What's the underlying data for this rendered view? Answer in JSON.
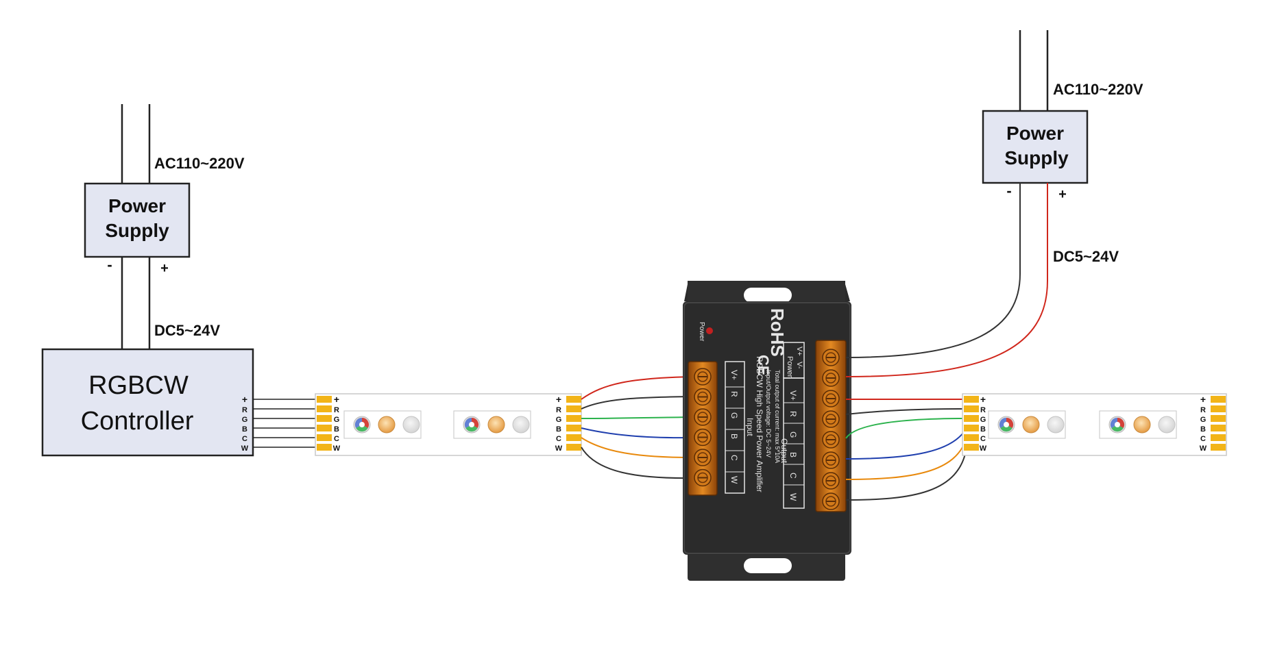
{
  "power_supply_left": {
    "title_line1": "Power",
    "title_line2": "Supply",
    "ac_label": "AC110~220V",
    "dc_label": "DC5~24V",
    "minus": "-",
    "plus": "+"
  },
  "power_supply_right": {
    "title_line1": "Power",
    "title_line2": "Supply",
    "ac_label": "AC110~220V",
    "dc_label": "DC5~24V",
    "minus": "-",
    "plus": "+"
  },
  "controller": {
    "title_line1": "RGBCW",
    "title_line2": "Controller",
    "pins": [
      "+",
      "R",
      "G",
      "B",
      "C",
      "W"
    ]
  },
  "strip_pins": [
    "+",
    "R",
    "G",
    "B",
    "C",
    "W"
  ],
  "amplifier": {
    "power_label": "Power",
    "rohs": "RoHS",
    "ce": "CE",
    "input_header": "Input",
    "output_header": "Output",
    "input_pins": [
      "V+",
      "R",
      "G",
      "B",
      "C",
      "W"
    ],
    "output_pins": [
      "W",
      "C",
      "B",
      "G",
      "R",
      "V+"
    ],
    "power_header": "Power",
    "power_pins": [
      "V+",
      "V-"
    ],
    "model_text": "RGBCW High Speed Power Amplifier",
    "spec_line1": "Input/Output voltage: DC 5~24V",
    "spec_line2": "Total output of current: max 5*10A"
  },
  "colors": {
    "wire_black": "#333333",
    "wire_red": "#d0261b",
    "wire_green": "#2bb24c",
    "wire_blue": "#1f3fae",
    "wire_orange": "#e8890c",
    "box_fill": "#e3e6f2",
    "pad_gold": "#f2b418",
    "amp_body": "#2b2b2b",
    "terminal_amber": "#c96a12"
  }
}
